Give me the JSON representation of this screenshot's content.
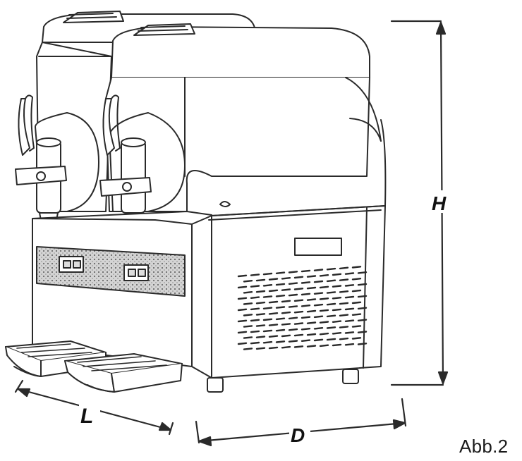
{
  "dimensions": {
    "height_label": "H",
    "length_label": "L",
    "depth_label": "D"
  },
  "caption": "Abb.2",
  "colors": {
    "line": "#2a2a2a",
    "panel_shade": "#d9d9d9",
    "background": "#ffffff"
  }
}
